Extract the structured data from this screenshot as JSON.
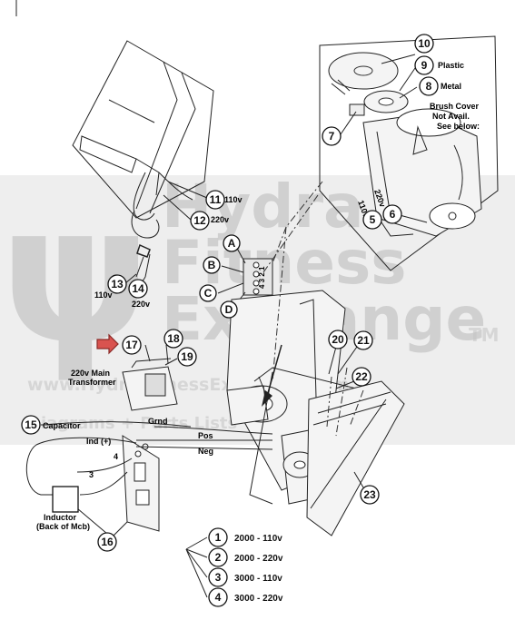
{
  "callouts": {
    "c1": "1",
    "c2": "2",
    "c3": "3",
    "c4": "4",
    "c5": "5",
    "c6": "6",
    "c7": "7",
    "c8": "8",
    "c9": "9",
    "c10": "10",
    "c11": "11",
    "c12": "12",
    "c13": "13",
    "c14": "14",
    "c15": "15",
    "c16": "16",
    "c17": "17",
    "c18": "18",
    "c19": "19",
    "c20": "20",
    "c21": "21",
    "c22": "22",
    "c23": "23",
    "cA": "A",
    "cB": "B",
    "cC": "C",
    "cD": "D"
  },
  "labels": {
    "plastic": "Plastic",
    "metal": "Metal",
    "brush_cover_1": "Brush Cover",
    "brush_cover_2": "Not Avail.",
    "brush_cover_3": "See below:",
    "v220_motor": "220v",
    "v110_motor": "110v",
    "v110_11": "110v",
    "v220_12": "220v",
    "v110_13": "110v",
    "v220_14": "220v",
    "terminal_numbers": "4 3 2 1",
    "transformer_1": "220v Main",
    "transformer_2": "Transformer",
    "capacitor": "Capacitor",
    "grnd": "Grnd",
    "ind_plus": "Ind (+)",
    "pos": "Pos",
    "neg": "Neg",
    "wire_3": "3",
    "wire_4": "4",
    "inductor_1": "Inductor",
    "inductor_2": "(Back of Mcb)"
  },
  "board_table": [
    {
      "num": "1",
      "label": "2000 - 110v"
    },
    {
      "num": "2",
      "label": "2000 - 220v"
    },
    {
      "num": "3",
      "label": "3000 - 110v"
    },
    {
      "num": "4",
      "label": "3000 - 220v"
    }
  ],
  "watermark": {
    "logo_glyph": "ψ",
    "line1": "Hydra",
    "line2": "Fitness",
    "line3": "Exchange",
    "tm": "TM",
    "url": "www.HydraFitnessExchange.com",
    "tagline": "Diagrams + Parts Lists + Online Store"
  },
  "colors": {
    "pointer_arrow": "#d9534f",
    "watermark_band": "#d6d6d6"
  }
}
